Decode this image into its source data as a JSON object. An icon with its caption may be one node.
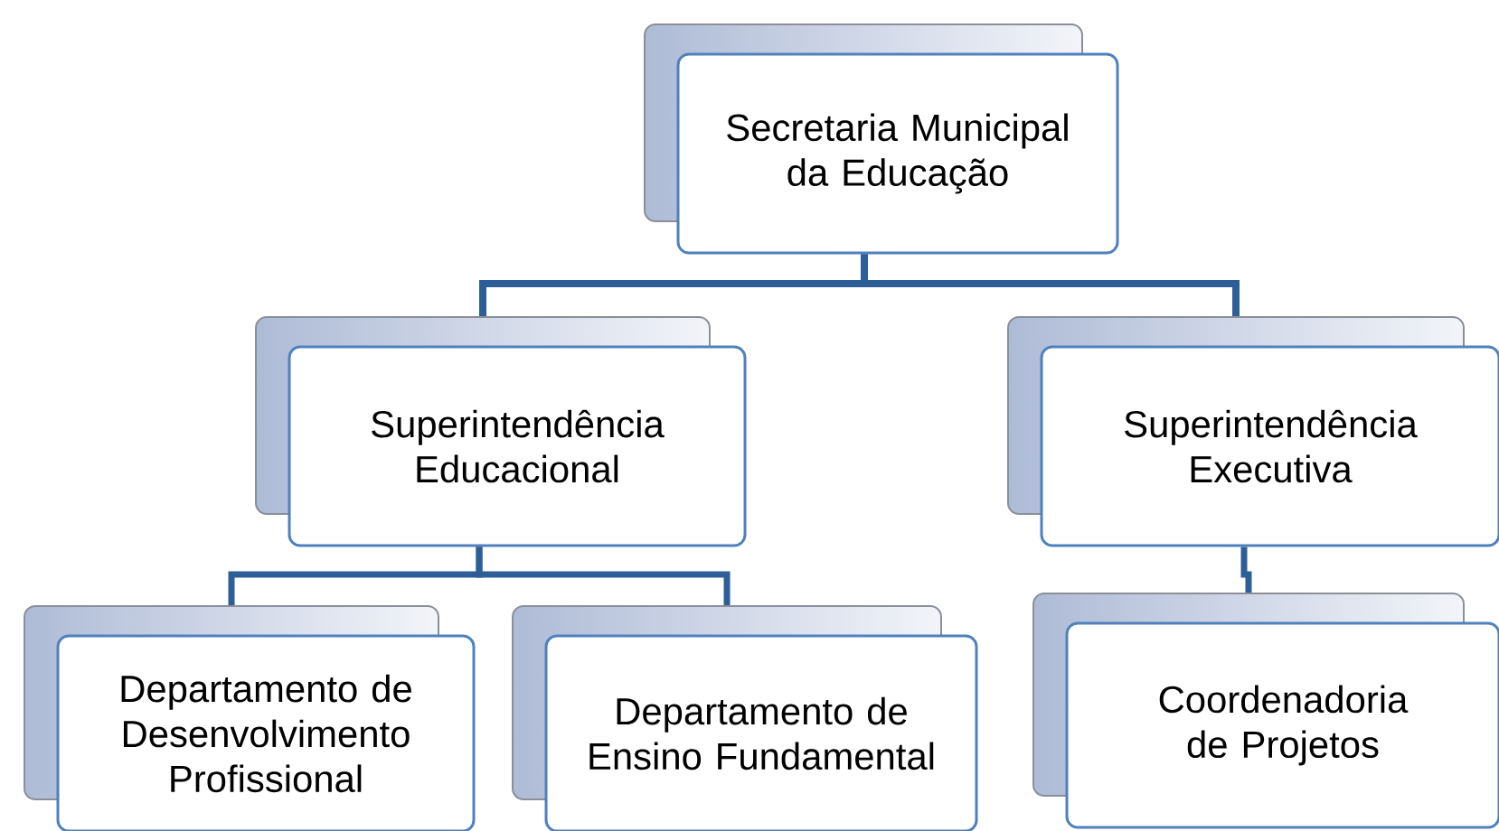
{
  "diagram": {
    "nodes": [
      {
        "text": [
          "Secretaria Municipal da Educação"
        ]
      },
      {
        "text": [
          "Superintendência Educacional"
        ]
      },
      {
        "text": [
          "Superintendência Executiva"
        ]
      },
      {
        "text": [
          "Departamento de Desenvolvimento Profissional"
        ]
      },
      {
        "text": [
          "Departamento de Ensino Fundamental"
        ]
      },
      {
        "text": [
          "Coordenadoria de Projetos"
        ]
      }
    ],
    "edges": [
      {
        "from": 0,
        "to": 1,
        "arrow": "none"
      },
      {
        "from": 0,
        "to": 2,
        "arrow": "none"
      },
      {
        "from": 1,
        "to": 3,
        "arrow": "none"
      },
      {
        "from": 1,
        "to": 4,
        "arrow": "none"
      },
      {
        "from": 2,
        "to": 5,
        "arrow": "none"
      }
    ]
  }
}
